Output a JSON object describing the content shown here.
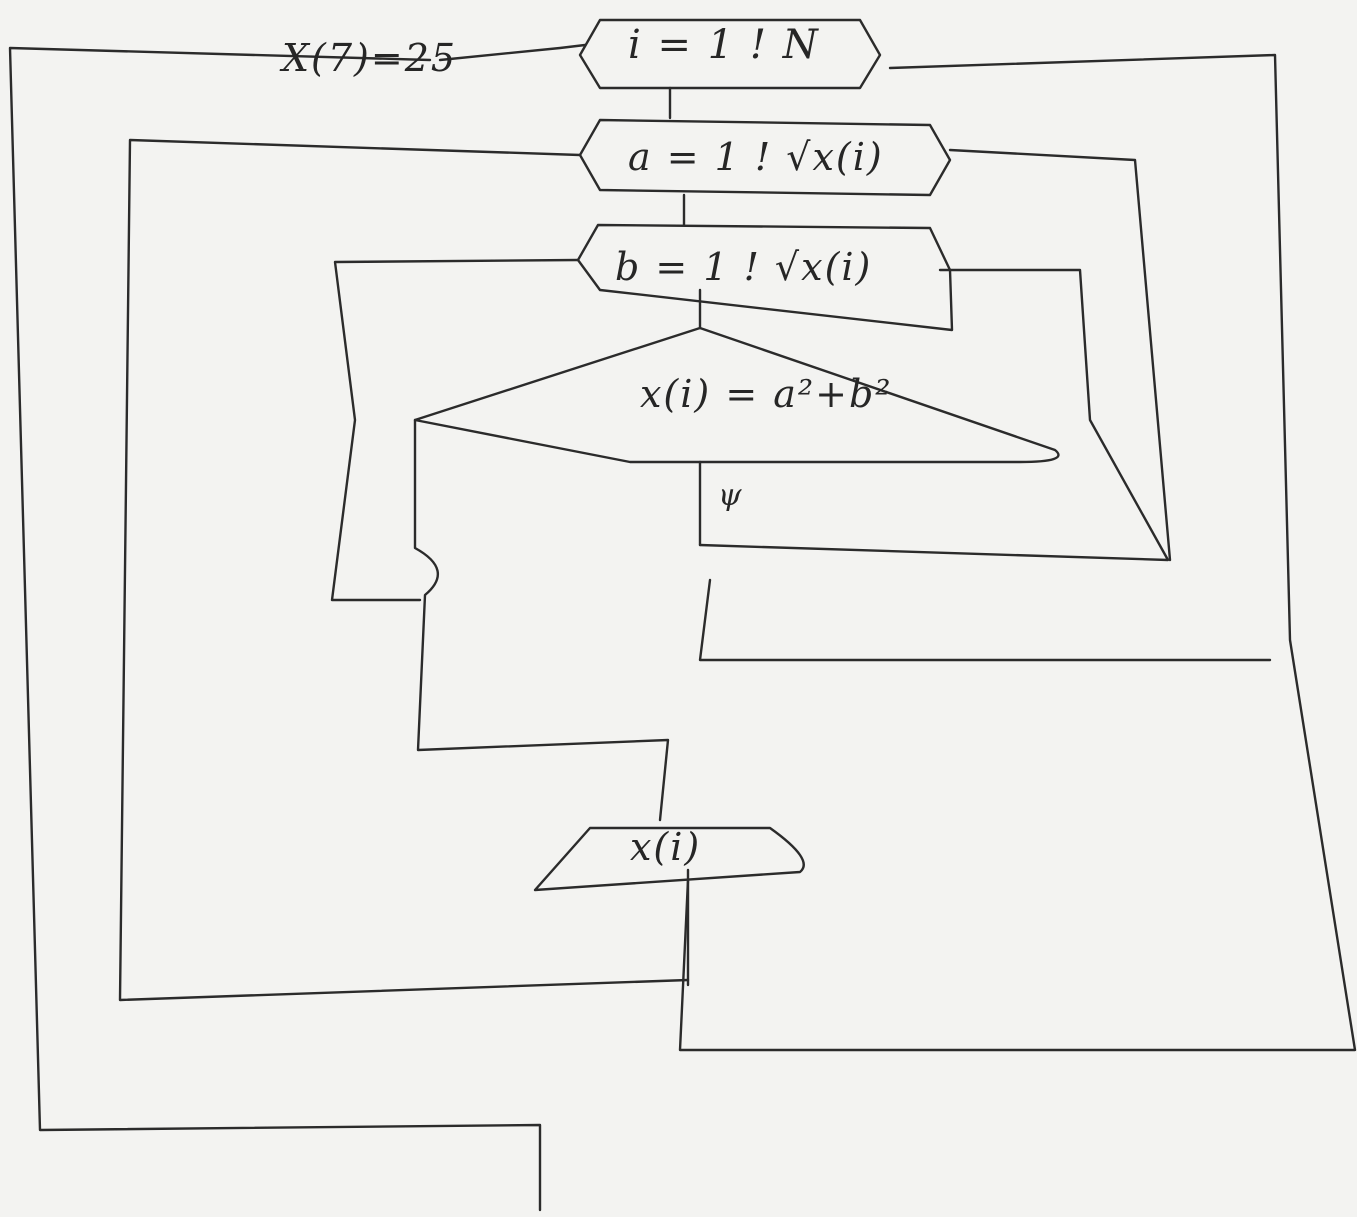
{
  "diagram": {
    "init_label": "X(7)=25",
    "loop_i": "i = 1 ! N",
    "loop_a": "a = 1 ! √x(i)",
    "loop_b": "b = 1 ! √x(i)",
    "condition": "x(i) = a²+b²",
    "yes_branch": "ψ",
    "output": "x(i)"
  },
  "colors": {
    "ink": "#2b2b2b",
    "paper": "#f3f3f1"
  }
}
